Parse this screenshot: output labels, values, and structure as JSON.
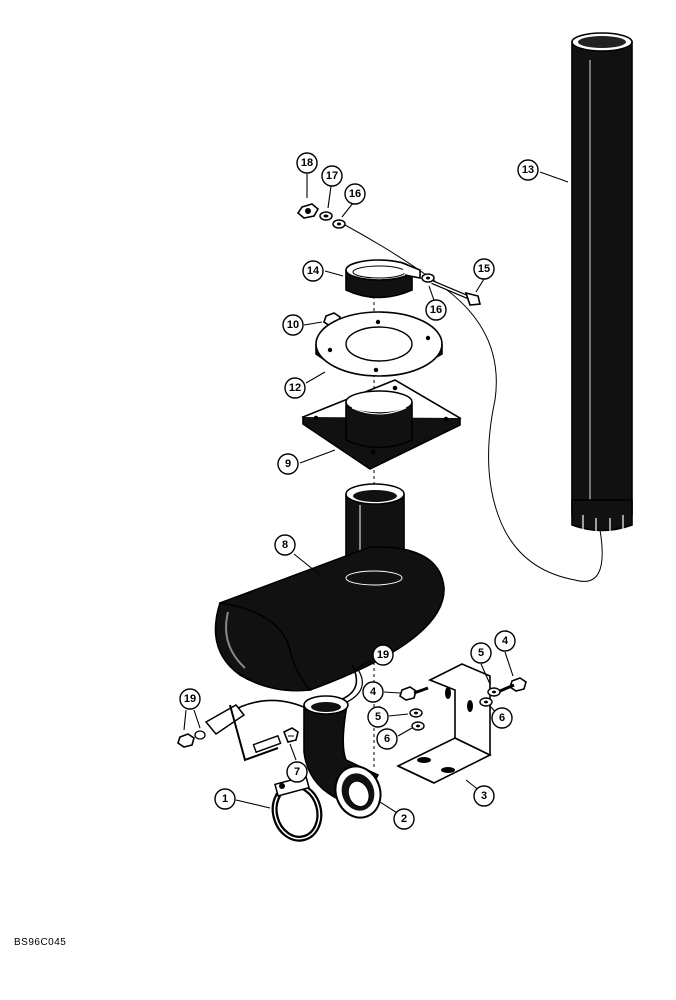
{
  "drawing": {
    "reference_code": "BS96C045",
    "callouts": [
      {
        "id": "c1",
        "label": "1"
      },
      {
        "id": "c2",
        "label": "2"
      },
      {
        "id": "c3",
        "label": "3"
      },
      {
        "id": "c4a",
        "label": "4"
      },
      {
        "id": "c4b",
        "label": "4"
      },
      {
        "id": "c5a",
        "label": "5"
      },
      {
        "id": "c5b",
        "label": "5"
      },
      {
        "id": "c6a",
        "label": "6"
      },
      {
        "id": "c6b",
        "label": "6"
      },
      {
        "id": "c7",
        "label": "7"
      },
      {
        "id": "c8",
        "label": "8"
      },
      {
        "id": "c9",
        "label": "9"
      },
      {
        "id": "c10",
        "label": "10"
      },
      {
        "id": "c12",
        "label": "12"
      },
      {
        "id": "c13",
        "label": "13"
      },
      {
        "id": "c14",
        "label": "14"
      },
      {
        "id": "c15",
        "label": "15"
      },
      {
        "id": "c16a",
        "label": "16"
      },
      {
        "id": "c16b",
        "label": "16"
      },
      {
        "id": "c17",
        "label": "17"
      },
      {
        "id": "c18",
        "label": "18"
      },
      {
        "id": "c19a",
        "label": "19"
      },
      {
        "id": "c19b",
        "label": "19"
      }
    ]
  }
}
